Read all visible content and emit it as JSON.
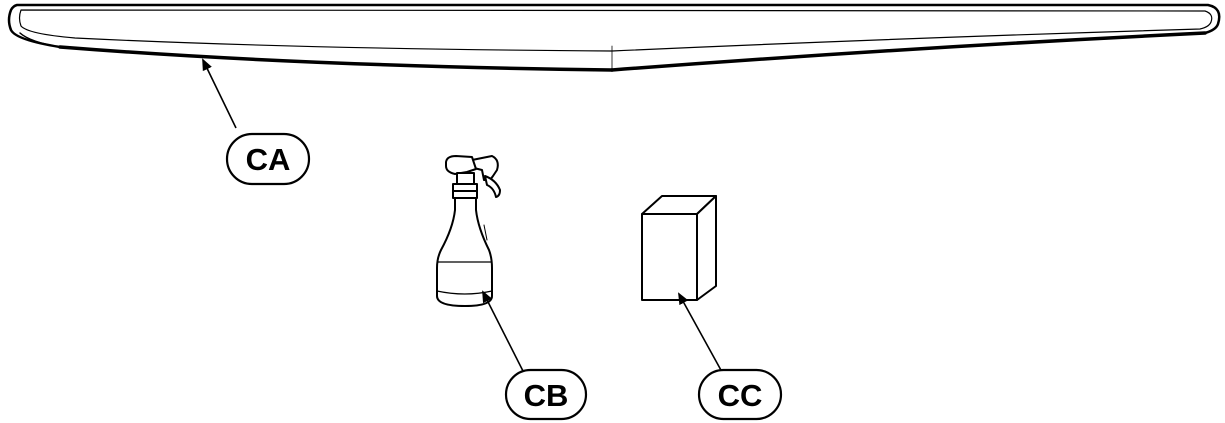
{
  "callouts": {
    "ca": "CA",
    "cb": "CB",
    "cc": "CC"
  },
  "parts": {
    "spoiler": "spoiler-panel",
    "spray_bottle": "spray-bottle",
    "sponge": "sponge-block"
  },
  "colors": {
    "line": "#000000",
    "fill": "#ffffff"
  }
}
